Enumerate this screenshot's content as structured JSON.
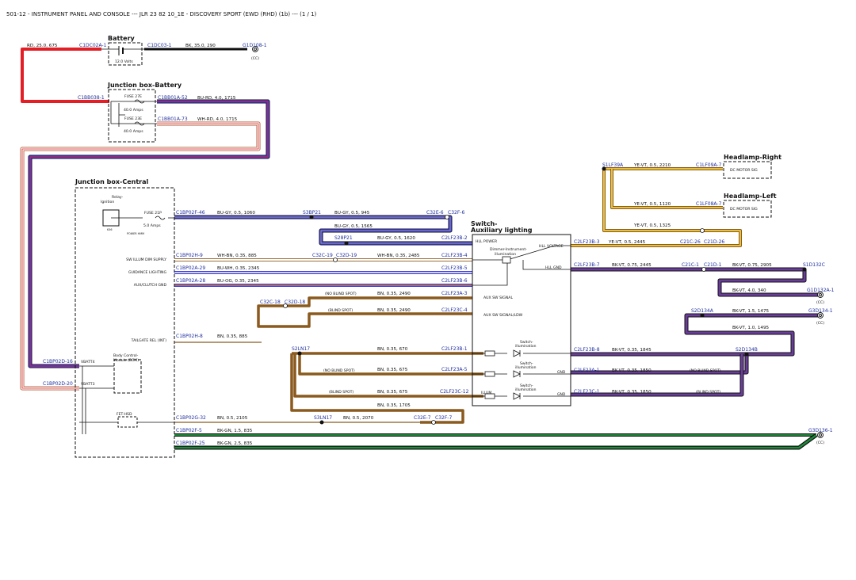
{
  "header": {
    "title": "501-12 - INSTRUMENT PANEL AND CONSOLE --- JLR 23 82 10_1E - DISCOVERY SPORT (EWD (RHD) (1b) --- (1 / 1)"
  },
  "colors": {
    "RD": "#e41e25",
    "BK": "#111111",
    "BU": "#3a3ad6",
    "GY": "#9a9a9a",
    "WH": "#ffffff",
    "BN": "#8a5a1e",
    "OG": "#e98a2a",
    "VT": "#6a3d9a",
    "GN": "#1e8a3a",
    "YE": "#e8c23a",
    "connector": "#1f2f9e"
  },
  "components": {
    "battery": {
      "title": "Battery",
      "rating": "12.0 Volts"
    },
    "junction_battery": {
      "title": "Junction box-Battery",
      "fuse1": "FUSE 27E",
      "fuse1_rating": "40.0 Amps",
      "fuse2": "FUSE 23E",
      "fuse2_rating": "40.0 Amps"
    },
    "junction_central": {
      "title": "Junction box-Central",
      "relay": "Relay-\nIgnition",
      "fuse": "FUSE 21P",
      "fuse_rating": "5.0 Amps",
      "power_hmm": "POWER HMM",
      "k56": "K56"
    },
    "bcm": {
      "title": "Body Control-\nModule (BCM)",
      "vbatt4": "VBATT4",
      "vbatt3": "VBATT3"
    },
    "fet": {
      "title": "FET-HSD"
    },
    "switch": {
      "title": "Switch-\nAuxiliary lighting",
      "hll_power": "HLL POWER",
      "dimmer": "Dimmer-Instrument-\nillumination",
      "hll_voltage": "HLL VOLTAGE",
      "hll_gnd": "HLL GND",
      "aux_sw_signal": "AUX SW SIGNAL",
      "aux_sw_signal_ldw": "AUX SW SIGNAL/LDW",
      "sw_illum": "Switch-\nillumination",
      "gnd": "GND",
      "illum": "ILLUM"
    },
    "headlamp_right": {
      "title": "Headlamp-Right",
      "sig": "DC MOTOR SIG"
    },
    "headlamp_left": {
      "title": "Headlamp-Left",
      "sig": "DC MOTOR SIG"
    }
  },
  "left_labels": {
    "sw_illum_dim": "SW ILLUM DIM SUPPLY",
    "guidance": "GUIDANCE LIGHTING",
    "aux_clutch": "AUX/CLUTCH GND",
    "tailgate": "TAILGATE REL (INT)"
  },
  "variants": {
    "no_blind": "(NO BLIND SPOT)",
    "blind": "(BLIND SPOT)"
  },
  "ground_suffix": "(CC)",
  "connectors": {
    "c1dc02a_1": "C1DC02A-1",
    "c1dc03_1": "C1DC03-1",
    "g1d108_1": "G1D108-1",
    "c1bb038_1": "C1BB038-1",
    "c1bb01a_52": "C1BB01A-52",
    "c1bb01a_73": "C1BB01A-73",
    "c1bp02f_46": "C1BP02F-46",
    "s3bp21": "S3BP21",
    "c32e_6": "C32E-6",
    "c32f_6": "C32F-6",
    "s28p21": "S28P21",
    "c2lf23b_2": "C2LF23B-2",
    "c1bp02h_9": "C1BP02H-9",
    "c32c_19": "C32C-19",
    "c32d_19": "C32D-19",
    "c2lf23b_4": "C2LF23B-4",
    "c1bp02a_29": "C1BP02A-29",
    "c2lf23b_5": "C2LF23B-5",
    "c1bp02a_28": "C1BP02A-28",
    "c2lf23b_6": "C2LF23B-6",
    "c2lf23a_3": "C2LF23A-3",
    "c32c_18": "C32C-18",
    "c32d_18": "C32D-18",
    "c2lf23c_4": "C2LF23C-4",
    "c1bp02h_8": "C1BP02H-8",
    "s2ln17": "S2LN17",
    "c2lf23b_1": "C2LF23B-1",
    "c2lf23a_5": "C2LF23A-5",
    "c2lf23c_12": "C2LF23C-12",
    "c1bp02d_16": "C1BP02D-16",
    "c1bp02d_20": "C1BP02D-20",
    "c1bp02g_32": "C1BP02G-32",
    "s3ln17": "S3LN17",
    "c32e_7": "C32E-7",
    "c32f_7": "C32F-7",
    "c1bp02f_5": "C1BP02F-5",
    "c1bp02f_25": "C1BP02F-25",
    "g3d136_1": "G3D136-1",
    "s1lf39a": "S1LF39A",
    "c1lf09a_7": "C1LF09A-7",
    "c1lf08a_7": "C1LF08A-7",
    "c2lf23b_3": "C2LF23B-3",
    "c21c_26": "C21C-26",
    "c21d_26": "C21D-26",
    "c2lf23b_7": "C2LF23B-7",
    "c21c_1": "C21C-1",
    "c21d_1": "C21D-1",
    "s1d132c": "S1D132C",
    "g1d132a_1": "G1D132A-1",
    "s2d134a": "S2D134A",
    "g3d134_1": "G3D134-1",
    "c2lf23b_8": "C2LF23B-8",
    "s2d134b": "S2D134B",
    "c2lf23a_1": "C2LF23A-1",
    "c2lf23c_1": "C2LF23C-1"
  },
  "wires": {
    "rd_675": "RD, 25.0, 675",
    "bk_290": "BK, 35.0, 290",
    "bu_rd_1715": "BU-RD, 4.0, 1715",
    "wh_rd_1715": "WH-RD, 4.0, 1715",
    "bu_gy_1060": "BU-GY, 0.5, 1060",
    "bu_gy_945": "BU-GY, 0.5, 945",
    "bu_gy_1565": "BU-GY, 0.5, 1565",
    "bu_gy_1620": "BU-GY, 0.5, 1620",
    "wh_bn_885": "WH-BN, 0.35, 885",
    "wh_bn_2485": "WH-BN, 0.35, 2485",
    "bu_wh_2345": "BU-WH, 0.35, 2345",
    "bu_og_2345": "BU-OG, 0.35, 2345",
    "bn_2490a": "BN, 0.35, 2490",
    "bn_2490b": "BN, 0.35, 2490",
    "bn_885": "BN, 0.35, 885",
    "bn_670": "BN, 0.35, 670",
    "bn_675a": "BN, 0.35, 675",
    "bn_675b": "BN, 0.35, 675",
    "bn_1705": "BN, 0.35, 1705",
    "bn_2105": "BN, 0.5, 2105",
    "bn_2070": "BN, 0.5, 2070",
    "bk_gn_835a": "BK-GN, 1.5, 835",
    "bk_gn_835b": "BK-GN, 2.5, 835",
    "ye_vt_2210": "YE-VT, 0.5, 2210",
    "ye_vt_1120": "YE-VT, 0.5, 1120",
    "ye_vt_1325": "YE-VT, 0.5, 1325",
    "ye_vt_2445": "YE-VT, 0.5, 2445",
    "bk_vt_2445": "BK-VT, 0.75, 2445",
    "bk_vt_2905": "BK-VT, 0.75, 2905",
    "bk_vt_340": "BK-VT, 4.0, 340",
    "bk_vt_1475": "BK-VT, 1.5, 1475",
    "bk_vt_1495": "BK-VT, 1.0, 1495",
    "bk_vt_1845": "BK-VT, 0.35, 1845",
    "bk_vt_1850a": "BK-VT, 0.35, 1850",
    "bk_vt_1850b": "BK-VT, 0.35, 1850"
  }
}
